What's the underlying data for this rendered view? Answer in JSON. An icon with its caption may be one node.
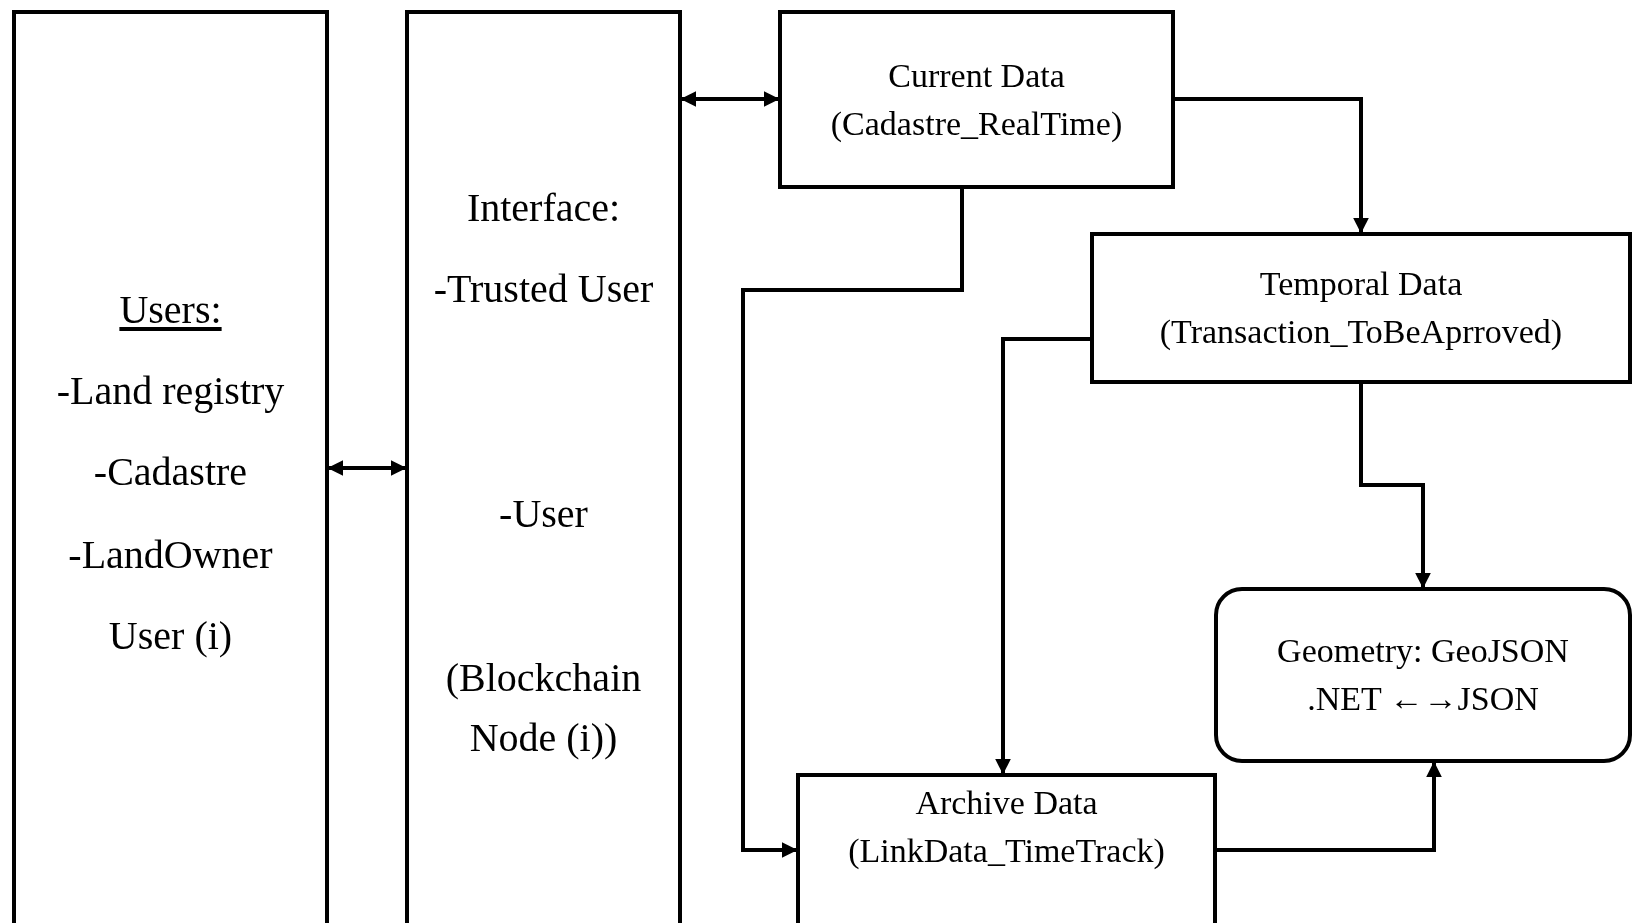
{
  "diagram": {
    "nodes": [
      {
        "text": [
          "Users:",
          "-Land registry",
          "-Cadastre",
          "-LandOwner",
          "User (i)"
        ]
      },
      {
        "text": [
          "Interface:",
          "-Trusted User",
          "-User",
          "(Blockchain Node (i))"
        ]
      },
      {
        "text": [
          "Current Data",
          "(Cadastre_RealTime)"
        ]
      },
      {
        "text": [
          "Temporal Data",
          "(Transaction_ToBeAprroved)"
        ]
      },
      {
        "text": [
          "Geometry: GeoJSON",
          ".NET ←→JSON"
        ]
      },
      {
        "text": [
          "Archive Data",
          "(LinkData_TimeTrack)"
        ]
      }
    ],
    "edges": [
      {
        "from": 0,
        "to": 1,
        "arrow": "both"
      },
      {
        "from": 1,
        "to": 2,
        "arrow": "both"
      },
      {
        "from": 2,
        "to": 3,
        "arrow": "to"
      },
      {
        "from": 2,
        "to": 5,
        "arrow": "to"
      },
      {
        "from": 3,
        "to": 5,
        "arrow": "to"
      },
      {
        "from": 3,
        "to": 4,
        "arrow": "to"
      },
      {
        "from": 5,
        "to": 4,
        "arrow": "to"
      }
    ]
  }
}
